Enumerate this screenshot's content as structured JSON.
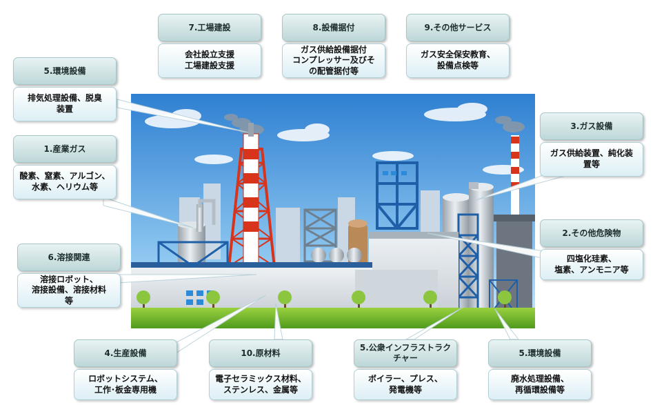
{
  "callouts": [
    {
      "title": "7.工場建設",
      "body": "会社設立支援\n工場建設支援"
    },
    {
      "title": "8.設備据付",
      "body": "ガス供給設備据付\nコンプレッサー及びそ\nの配管据付等"
    },
    {
      "title": "9.その他サービス",
      "body": "ガス安全保安教育、\n設備点検等"
    },
    {
      "title": "5.環境設備",
      "body": "排気処理設備、脱臭\n装置"
    },
    {
      "title": "1.産業ガス",
      "body": "酸素、窒素、アルゴン、\n水素、ヘリウム等"
    },
    {
      "title": "3.ガス設備",
      "body": "ガス供給装置、純化装\n置等"
    },
    {
      "title": "2.その他危険物",
      "body": "四塩化珪素、\n塩素、アンモニア等"
    },
    {
      "title": "6.溶接関連",
      "body": "溶接ロボット、\n溶接設備、溶接材料\n等"
    },
    {
      "title": "4.生産設備",
      "body": "ロボットシステム、\n工作･板金専用機"
    },
    {
      "title": "10.原材料",
      "body": "電子セラミックス材料、\nステンレス、金属等"
    },
    {
      "title": "5.公衆インフラストラク\nチャー",
      "body": "ボイラー、プレス、\n発電機等"
    },
    {
      "title": "5.環境設備",
      "body": "廃水処理設備、\n再循環設備等"
    }
  ]
}
